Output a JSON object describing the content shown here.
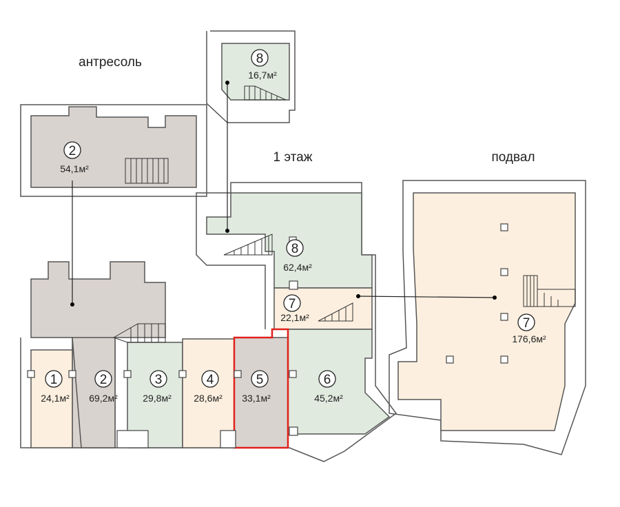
{
  "labels": {
    "mezzanine": "антресоль",
    "first_floor": "1 этаж",
    "basement": "подвал"
  },
  "colors": {
    "gray": "#d9d3cf",
    "green": "#e0eadf",
    "beige": "#fcefdf",
    "selected": "#e0201c"
  },
  "mezzanine": {
    "rooms": [
      {
        "number": "2",
        "area": "54,1м²"
      }
    ]
  },
  "upper": {
    "rooms": [
      {
        "number": "8",
        "area": "16,7м²"
      }
    ]
  },
  "first_floor": {
    "selected_room": "5",
    "rooms": [
      {
        "number": "1",
        "area": "24,1м²"
      },
      {
        "number": "2",
        "area": "69,2м²"
      },
      {
        "number": "3",
        "area": "29,8м²"
      },
      {
        "number": "4",
        "area": "28,6м²"
      },
      {
        "number": "5",
        "area": "33,1м²"
      },
      {
        "number": "6",
        "area": "45,2м²"
      },
      {
        "number": "7",
        "area": "22,1м²"
      },
      {
        "number": "8",
        "area": "62,4м²"
      }
    ]
  },
  "basement": {
    "rooms": [
      {
        "number": "7",
        "area": "176,6м²"
      }
    ]
  }
}
